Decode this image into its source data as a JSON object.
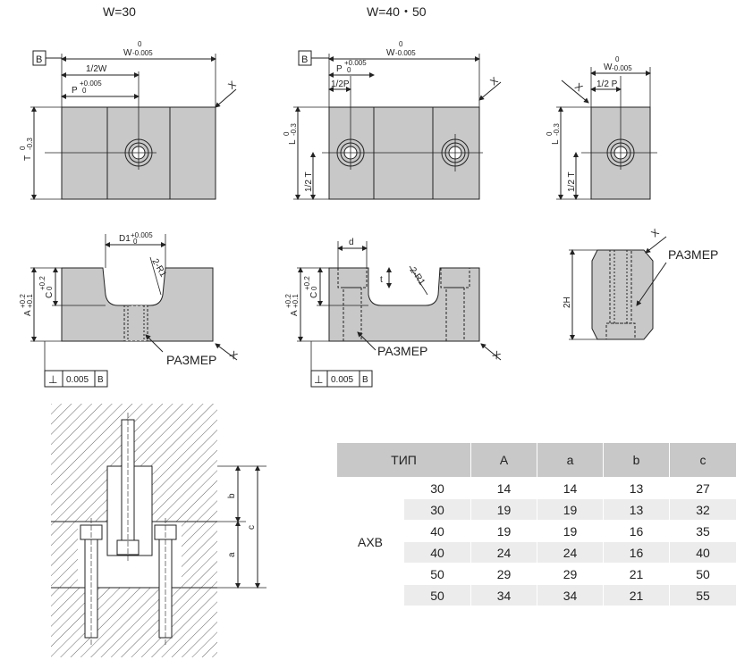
{
  "headings": {
    "w30": "W=30",
    "w4050": "W=40・50"
  },
  "labels": {
    "datum": "B",
    "x": "X",
    "w_dim": "W",
    "w_tol_up": "0",
    "w_tol_low": "-0.005",
    "half_w": "1/2W",
    "p_dim": "P",
    "p_tol_up": "+0.005",
    "p_tol_low": "0",
    "half_p": "1/2P",
    "half_p_spaced": "1/2 P",
    "t_dim": "T",
    "l_dim": "L",
    "tl_tol_up": "0",
    "tl_tol_low": "-0.3",
    "half_t": "1/2 T",
    "d1_dim": "D1",
    "d1_tol_up": "+0.005",
    "d1_tol_low": "0",
    "r1": "2-R1",
    "a_dim": "A",
    "a_tol_up": "+0.2",
    "a_tol_low": "+0.1",
    "c_dim": "C",
    "c_tol_up": "+0.2",
    "c_tol_low": "0",
    "d_dim": "d",
    "t_small": "t",
    "h2": "2H",
    "size": "РАЗМЕР",
    "perp_symbol": "⊥",
    "perp_value": "0.005",
    "b_dim": "b",
    "a_small": "a",
    "c_small": "c"
  },
  "table": {
    "headers": [
      "ТИП",
      "A",
      "a",
      "b",
      "c"
    ],
    "group": "AXB",
    "rows": [
      [
        "30",
        "14",
        "14",
        "13",
        "27"
      ],
      [
        "30",
        "19",
        "19",
        "13",
        "32"
      ],
      [
        "40",
        "19",
        "19",
        "16",
        "35"
      ],
      [
        "40",
        "24",
        "24",
        "16",
        "40"
      ],
      [
        "50",
        "29",
        "29",
        "21",
        "50"
      ],
      [
        "50",
        "34",
        "34",
        "21",
        "55"
      ]
    ]
  },
  "colors": {
    "block_fill": "#c8c8c8",
    "line": "#222222",
    "table_header": "#c8c8c8",
    "table_stripe": "#ececec"
  }
}
